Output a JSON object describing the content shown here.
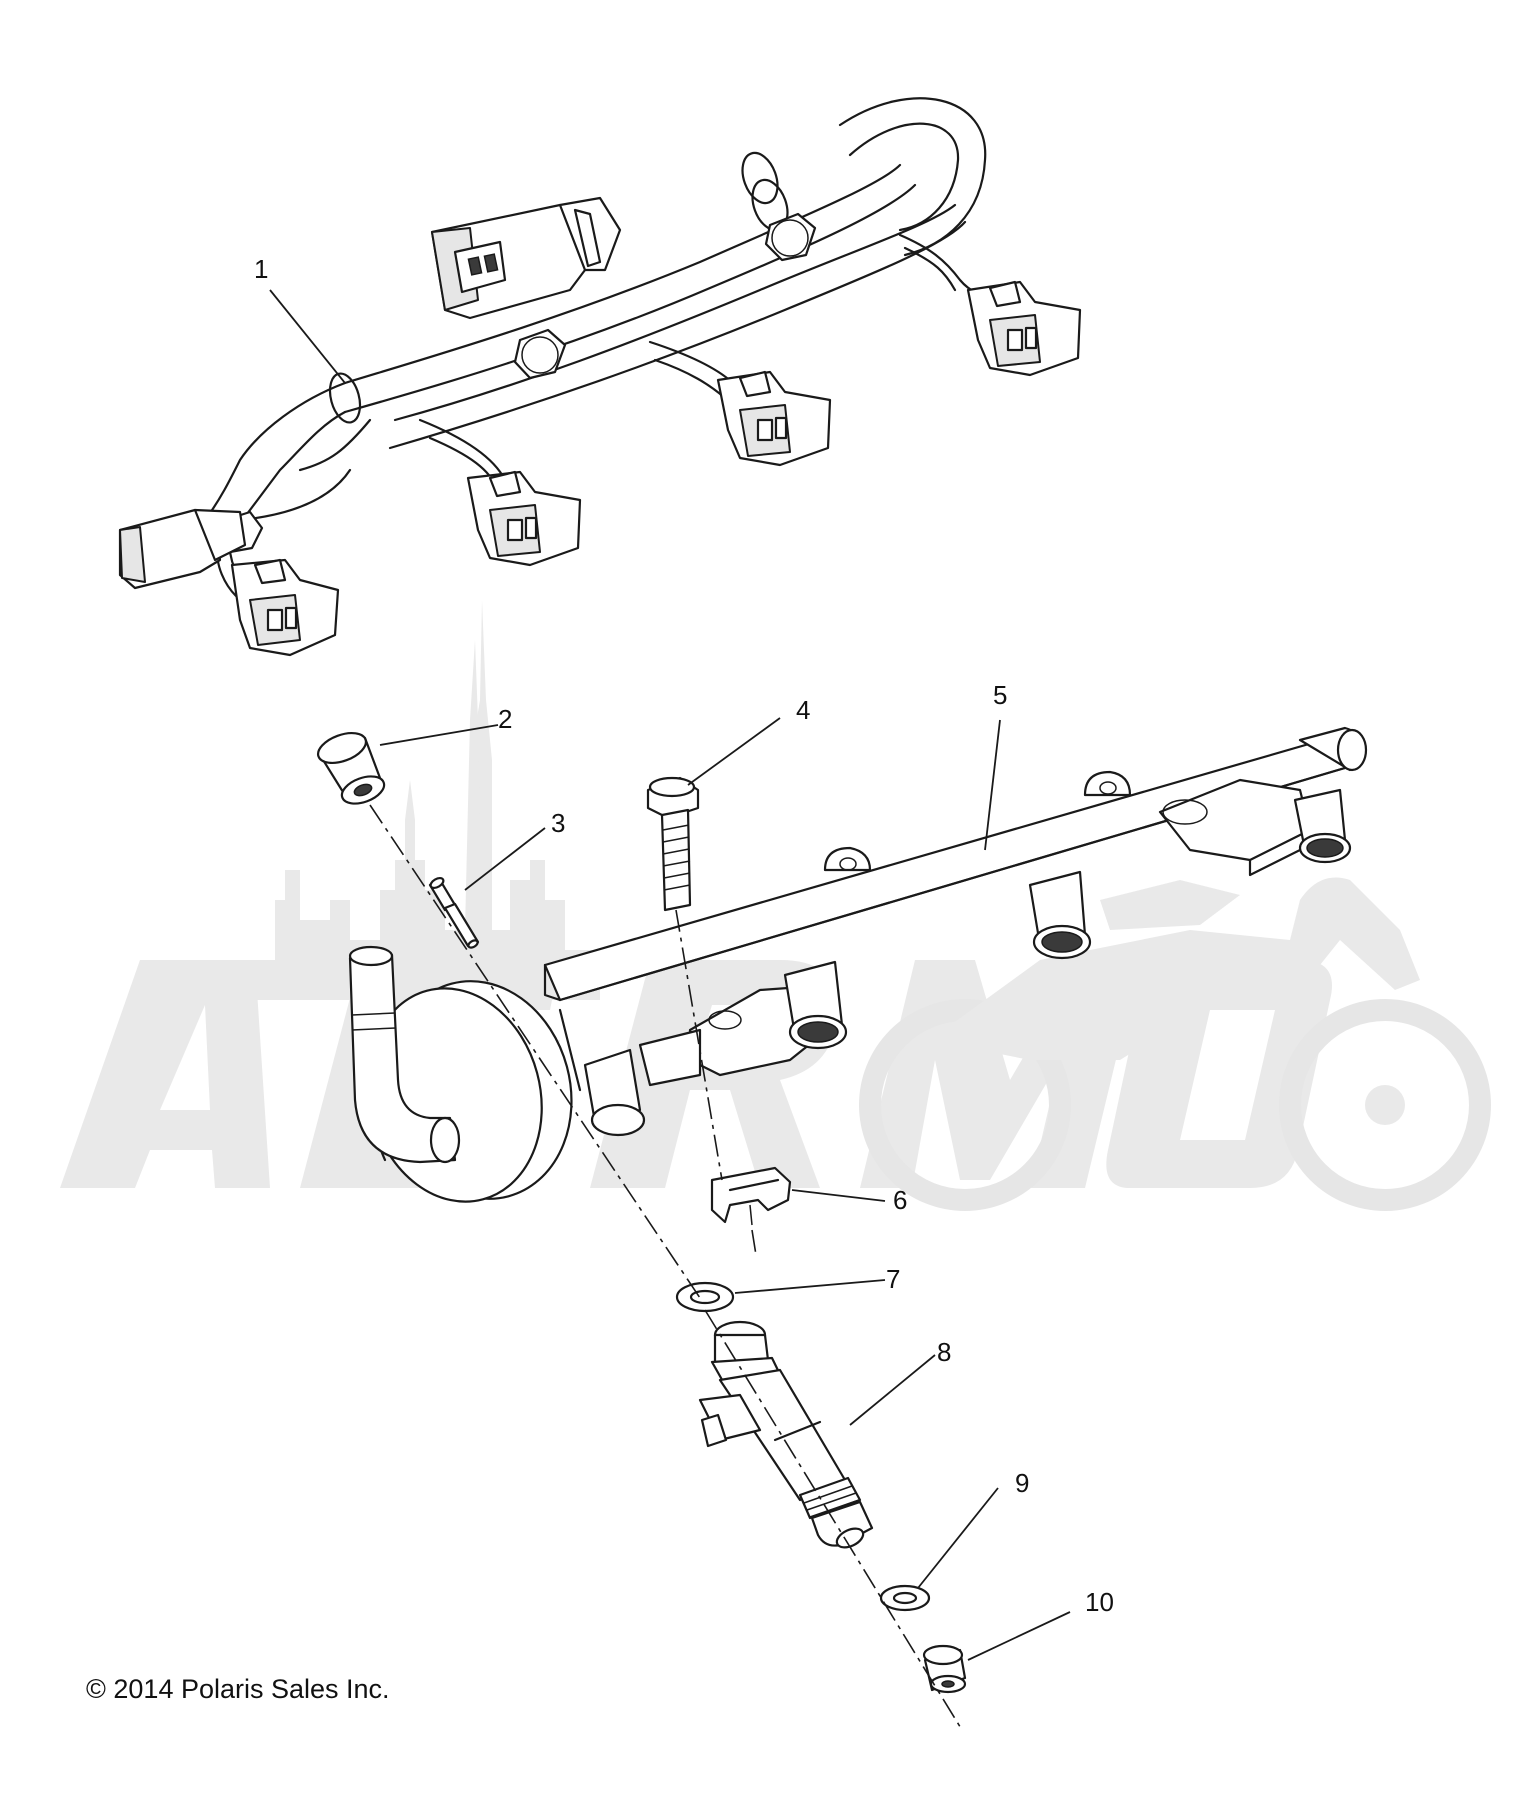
{
  "diagram": {
    "callouts": [
      {
        "id": "1",
        "label": "1"
      },
      {
        "id": "2",
        "label": "2"
      },
      {
        "id": "3",
        "label": "3"
      },
      {
        "id": "4",
        "label": "4"
      },
      {
        "id": "5",
        "label": "5"
      },
      {
        "id": "6",
        "label": "6"
      },
      {
        "id": "7",
        "label": "7"
      },
      {
        "id": "8",
        "label": "8"
      },
      {
        "id": "9",
        "label": "9"
      },
      {
        "id": "10",
        "label": "10"
      }
    ],
    "watermark": "AGRMOTO",
    "copyright": "© 2014 Polaris Sales Inc."
  },
  "colors": {
    "line": "#1a1a1a",
    "watermark": "#e9e9e9",
    "background": "#ffffff"
  }
}
